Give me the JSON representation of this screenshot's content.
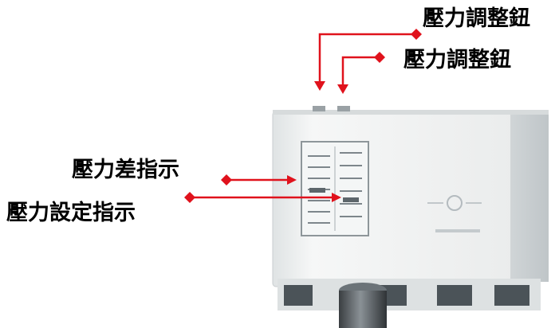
{
  "labels": {
    "adjust_knob_1": "壓力調整鈕",
    "adjust_knob_2": "壓力調整鈕",
    "differential_indicator": "壓力差指示",
    "setpoint_indicator": "壓力設定指示"
  },
  "colors": {
    "pointer": "#e0121c",
    "text": "#000000",
    "housing": "#eef0f0"
  }
}
